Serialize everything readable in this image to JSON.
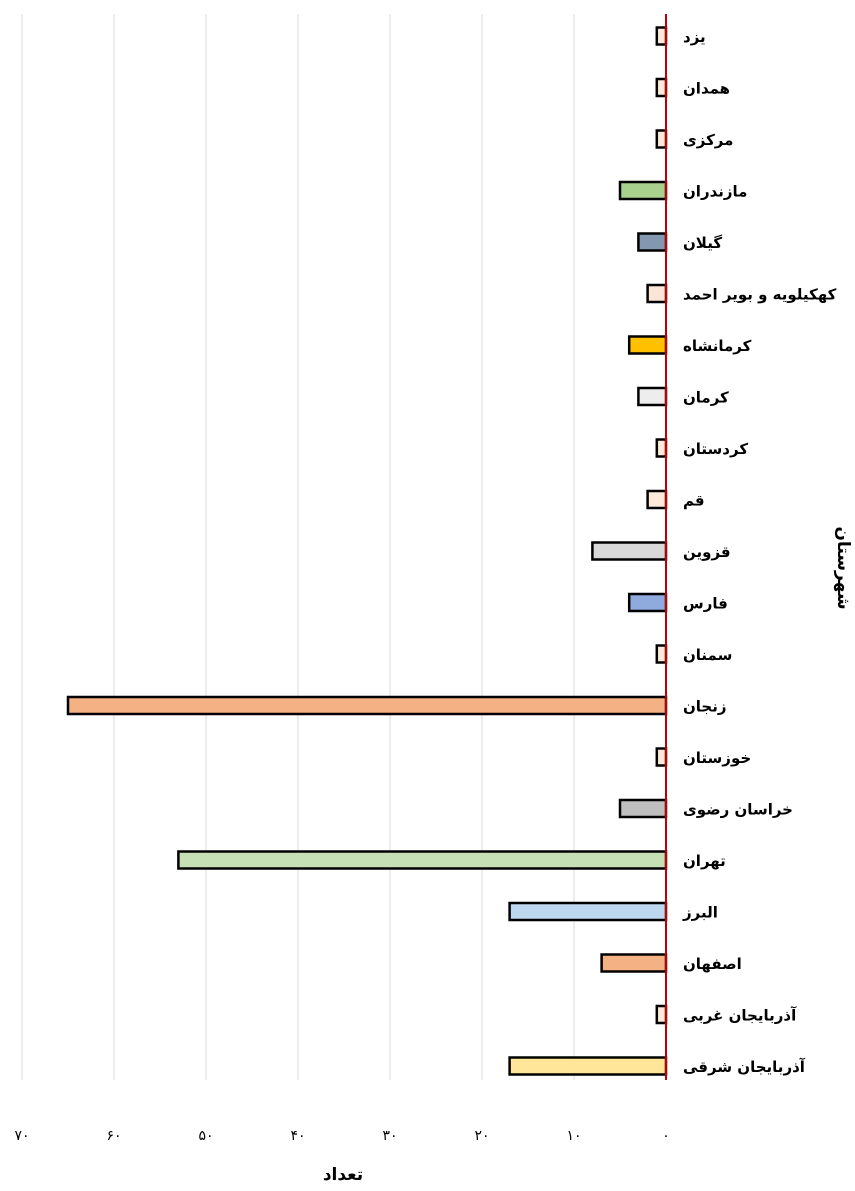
{
  "chart_data": {
    "type": "bar",
    "orientation": "horizontal",
    "direction": "rtl",
    "xlabel": "تعداد",
    "ylabel": "شهرستان",
    "xlim": [
      0,
      70
    ],
    "x_ticks": [
      0,
      10,
      20,
      30,
      40,
      50,
      60,
      70
    ],
    "x_tick_labels": [
      "۰",
      "۱۰",
      "۲۰",
      "۳۰",
      "۴۰",
      "۵۰",
      "۶۰",
      "۷۰"
    ],
    "grid": true,
    "legend": "none",
    "categories": [
      "یزد",
      "همدان",
      "مرکزی",
      "مازندران",
      "گیلان",
      "کهکیلویه و بویر احمد",
      "کرمانشاه",
      "کرمان",
      "کردستان",
      "قم",
      "قزوین",
      "فارس",
      "سمنان",
      "زنجان",
      "خوزستان",
      "خراسان رضوی",
      "تهران",
      "البرز",
      "اصفهان",
      "آذربایجان غربی",
      "آذربایجان شرقی"
    ],
    "values": [
      1,
      1,
      1,
      5,
      3,
      2,
      4,
      3,
      1,
      2,
      8,
      4,
      1,
      65,
      1,
      5,
      53,
      17,
      7,
      1,
      17
    ],
    "bar_colors": [
      "#fde9d9",
      "#fde9d9",
      "#fde9d9",
      "#a9d18e",
      "#8497b0",
      "#fbe5d6",
      "#ffc000",
      "#ededed",
      "#fde9d9",
      "#fde9d9",
      "#d9d9d9",
      "#8faadc",
      "#fde9d9",
      "#f4b183",
      "#fde9d9",
      "#bfbfbf",
      "#c5e0b4",
      "#bdd7ee",
      "#f4b183",
      "#fde9d9",
      "#ffe699"
    ],
    "zero_line_color": "#c00000",
    "grid_color": "#d9d9d9"
  }
}
